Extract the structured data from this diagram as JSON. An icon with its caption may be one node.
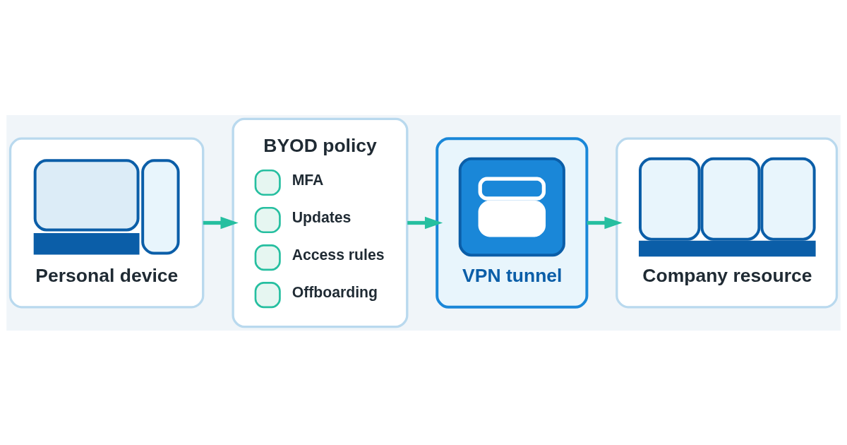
{
  "diagram": {
    "nodes": [
      {
        "text": [
          "Personal device"
        ]
      },
      {
        "text": [
          "BYOD policy",
          "MFA",
          "Updates",
          "Access rules",
          "Offboarding"
        ]
      },
      {
        "text": [
          "VPN tunnel"
        ]
      },
      {
        "text": [
          "Company resource"
        ]
      }
    ],
    "edges": [
      {
        "from": 0,
        "to": 1,
        "arrow": "to"
      },
      {
        "from": 1,
        "to": 2,
        "arrow": "to"
      },
      {
        "from": 2,
        "to": 3,
        "arrow": "to"
      }
    ]
  }
}
